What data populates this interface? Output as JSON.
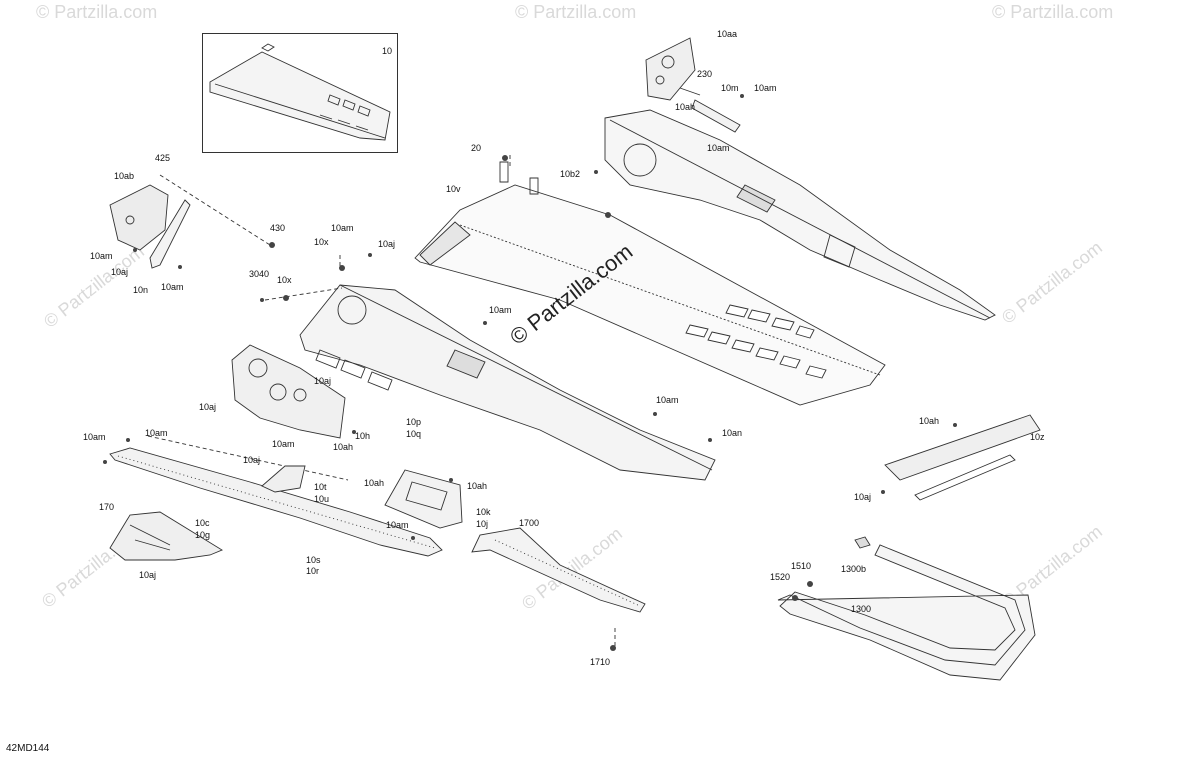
{
  "diagram": {
    "code": "42MD144",
    "watermark_center": "© Partzilla.com",
    "watermark_small": "© Partzilla.com",
    "labels": {
      "inset_10": "10",
      "l10aa": "10aa",
      "l230": "230",
      "l10m": "10m",
      "l10am_tr": "10am",
      "l10ah_tr": "10ah",
      "l10am_tr2": "10am",
      "l20": "20",
      "l10b2": "10b2",
      "l10v": "10v",
      "l425": "425",
      "l10ab": "10ab",
      "l10am_l1": "10am",
      "l10aj_l1": "10aj",
      "l10n": "10n",
      "l10am_l2": "10am",
      "l430": "430",
      "l3040": "3040",
      "l10x_1": "10x",
      "l10am_m1": "10am",
      "l10aj_m1": "10aj",
      "l10x_2": "10x",
      "l10am_m2": "10am",
      "l10aj_m2": "10aj",
      "l10aj_m3": "10aj",
      "l10p": "10p",
      "l10q": "10q",
      "l10h": "10h",
      "l10am_m3": "10am",
      "l10ah_m1": "10ah",
      "l10am_l3": "10am",
      "l10am_l4": "10am",
      "l10aj_m4": "10aj",
      "l10t": "10t",
      "l10u": "10u",
      "l10ah_m2": "10ah",
      "l10ah_m3": "10ah",
      "l10am_m4": "10am",
      "l10k": "10k",
      "l10j": "10j",
      "l170": "170",
      "l10c": "10c",
      "l10g": "10g",
      "l10aj_b1": "10aj",
      "l10s": "10s",
      "l10r": "10r",
      "l1700": "1700",
      "l1710": "1710",
      "l10am_r1": "10am",
      "l10an": "10an",
      "l10ah_r": "10ah",
      "l10z": "10z",
      "l10aj_r": "10aj",
      "l1510": "1510",
      "l1520": "1520",
      "l1300b": "1300b",
      "l1300": "1300"
    }
  }
}
